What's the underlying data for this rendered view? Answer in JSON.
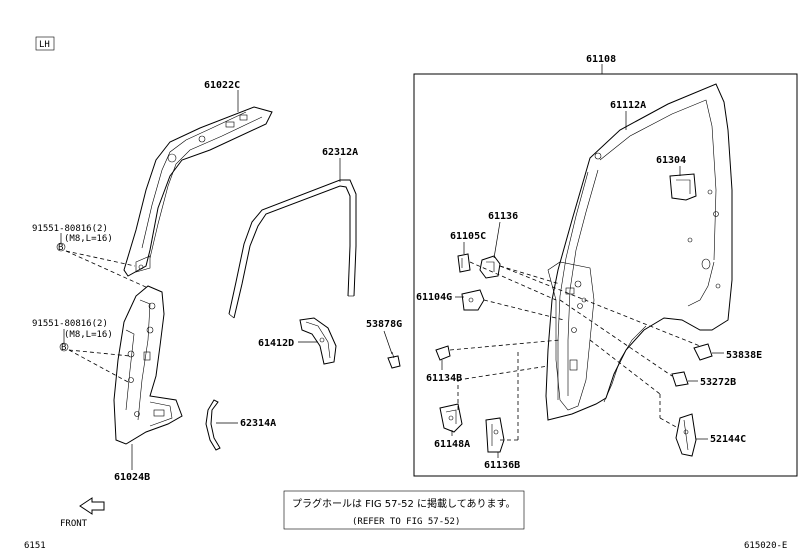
{
  "diagram": {
    "side_tag": "LH",
    "group_label": "61108",
    "labels": {
      "p61022C": "61022C",
      "p62312A": "62312A",
      "p91551a_code": "91551-80816(2)",
      "p91551a_spec": "(M8,L=16)",
      "p91551b_code": "91551-80816(2)",
      "p91551b_spec": "(M8,L=16)",
      "p61412D": "61412D",
      "p62314A": "62314A",
      "p61024B": "61024B",
      "p53878G": "53878G",
      "p61112A": "61112A",
      "p61304": "61304",
      "p61136": "61136",
      "p61105C": "61105C",
      "p61104G": "61104G",
      "p61134B": "61134B",
      "p61148A": "61148A",
      "p61136B": "61136B",
      "p53838E": "53838E",
      "p53272B": "53272B",
      "p52144C": "52144C"
    },
    "note_jp": "プラグホールは FIG 57-52 に掲載してあります。",
    "note_en": "(REFER TO FIG 57-52)",
    "front_label": "FRONT",
    "page_number": "6151",
    "figure_code": "615020-E"
  }
}
